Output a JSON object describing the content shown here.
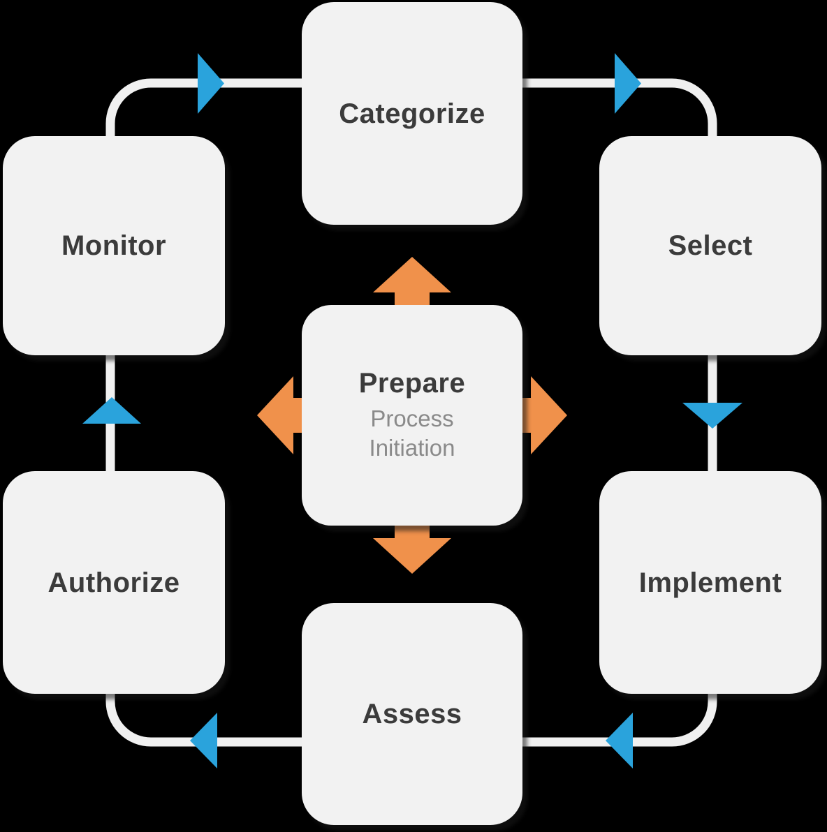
{
  "nodes": {
    "categorize": "Categorize",
    "select": "Select",
    "implement": "Implement",
    "assess": "Assess",
    "authorize": "Authorize",
    "monitor": "Monitor"
  },
  "center": {
    "title": "Prepare",
    "subtitle_line1": "Process",
    "subtitle_line2": "Initiation"
  },
  "colors": {
    "background": "#000000",
    "box_fill": "#f2f2f2",
    "label_text": "#3b3b3b",
    "subtitle_text": "#8a8a8a",
    "flow_line": "#f0f0f0",
    "blue_arrow": "#2aa3dc",
    "orange_arrow": "#f0914b"
  }
}
